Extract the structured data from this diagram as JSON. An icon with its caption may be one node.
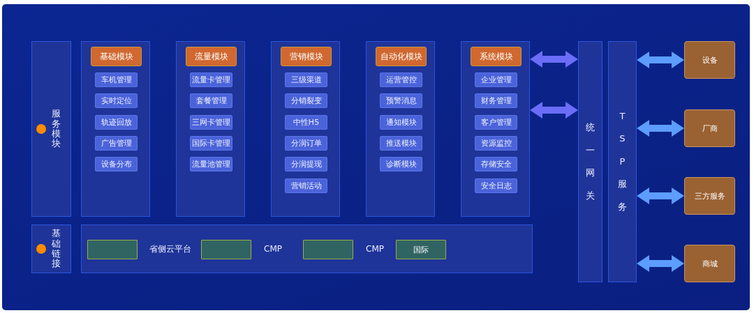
{
  "diagram": {
    "nodes": [
      {
        "text": [
          "服务模块"
        ]
      },
      {
        "text": [],
        "shape": "box"
      },
      {
        "text": [
          "基础模块"
        ],
        "in": 1
      },
      {
        "text": [
          "车机管理"
        ],
        "in": 1
      },
      {
        "text": [
          "实时定位"
        ],
        "in": 1
      },
      {
        "text": [
          "轨迹回放"
        ],
        "in": 1
      },
      {
        "text": [
          "广告管理"
        ],
        "in": 1
      },
      {
        "text": [
          "设备分布"
        ],
        "in": 1
      },
      {
        "text": [],
        "shape": "box"
      },
      {
        "text": [
          "流量模块"
        ],
        "in": 8
      },
      {
        "text": [
          "流量卡管理"
        ],
        "in": 8
      },
      {
        "text": [
          "套餐管理"
        ],
        "in": 8
      },
      {
        "text": [
          "三网卡管理"
        ],
        "in": 8
      },
      {
        "text": [
          "国际卡管理"
        ],
        "in": 8
      },
      {
        "text": [
          "流量池管理"
        ],
        "in": 8
      },
      {
        "text": [],
        "shape": "box"
      },
      {
        "text": [
          "营销模块"
        ],
        "in": 15
      },
      {
        "text": [
          "三级渠道"
        ],
        "in": 15
      },
      {
        "text": [
          "分销裂变"
        ],
        "in": 15
      },
      {
        "text": [
          "中性H5"
        ],
        "in": 15
      },
      {
        "text": [
          "分润订单"
        ],
        "in": 15
      },
      {
        "text": [
          "分润提现"
        ],
        "in": 15
      },
      {
        "text": [
          "营销活动"
        ],
        "in": 15
      },
      {
        "text": [],
        "shape": "box"
      },
      {
        "text": [
          "自动化模块"
        ],
        "in": 23
      },
      {
        "text": [
          "运营管控"
        ],
        "in": 23
      },
      {
        "text": [
          "预警消息"
        ],
        "in": 23
      },
      {
        "text": [
          "通知模块"
        ],
        "in": 23
      },
      {
        "text": [
          "推送模块"
        ],
        "in": 23
      },
      {
        "text": [
          "诊断模块"
        ],
        "in": 23
      },
      {
        "text": [],
        "shape": "box"
      },
      {
        "text": [
          "系统模块"
        ],
        "in": 30
      },
      {
        "text": [
          "企业管理"
        ],
        "in": 30
      },
      {
        "text": [
          "财务管理"
        ],
        "in": 30
      },
      {
        "text": [
          "客户管理"
        ],
        "in": 30
      },
      {
        "text": [
          "资源监控"
        ],
        "in": 30
      },
      {
        "text": [
          "存储安全"
        ],
        "in": 30
      },
      {
        "text": [
          "安全日志"
        ],
        "in": 30
      },
      {
        "text": [
          "统一网关"
        ]
      },
      {
        "text": [
          "TSP服务"
        ]
      },
      {
        "text": [
          "设备"
        ]
      },
      {
        "text": [
          "厂商"
        ]
      },
      {
        "text": [
          "三方服务"
        ]
      },
      {
        "text": [
          "商城"
        ]
      },
      {
        "text": [
          "基础链接"
        ]
      },
      {
        "text": [],
        "shape": "box"
      },
      {
        "text": [],
        "shape": "box",
        "in": 45
      },
      {
        "text": [],
        "shape": "box",
        "in": 45
      },
      {
        "text": [],
        "shape": "box",
        "in": 45
      },
      {
        "text": [
          "国际"
        ],
        "in": 45
      }
    ],
    "edges": [
      {
        "from": 30,
        "to": 38,
        "arrow": "both",
        "color": "#6b6cf8"
      },
      {
        "from": 30,
        "to": 38,
        "arrow": "both",
        "color": "#6b6cf8"
      },
      {
        "from": 39,
        "to": 40,
        "arrow": "both"
      },
      {
        "from": 39,
        "to": 41,
        "arrow": "both"
      },
      {
        "from": 39,
        "to": 42,
        "arrow": "both"
      },
      {
        "from": 39,
        "to": 43,
        "arrow": "both"
      }
    ],
    "labels": [
      "省侧云平台",
      "CMP",
      "CMP"
    ]
  }
}
